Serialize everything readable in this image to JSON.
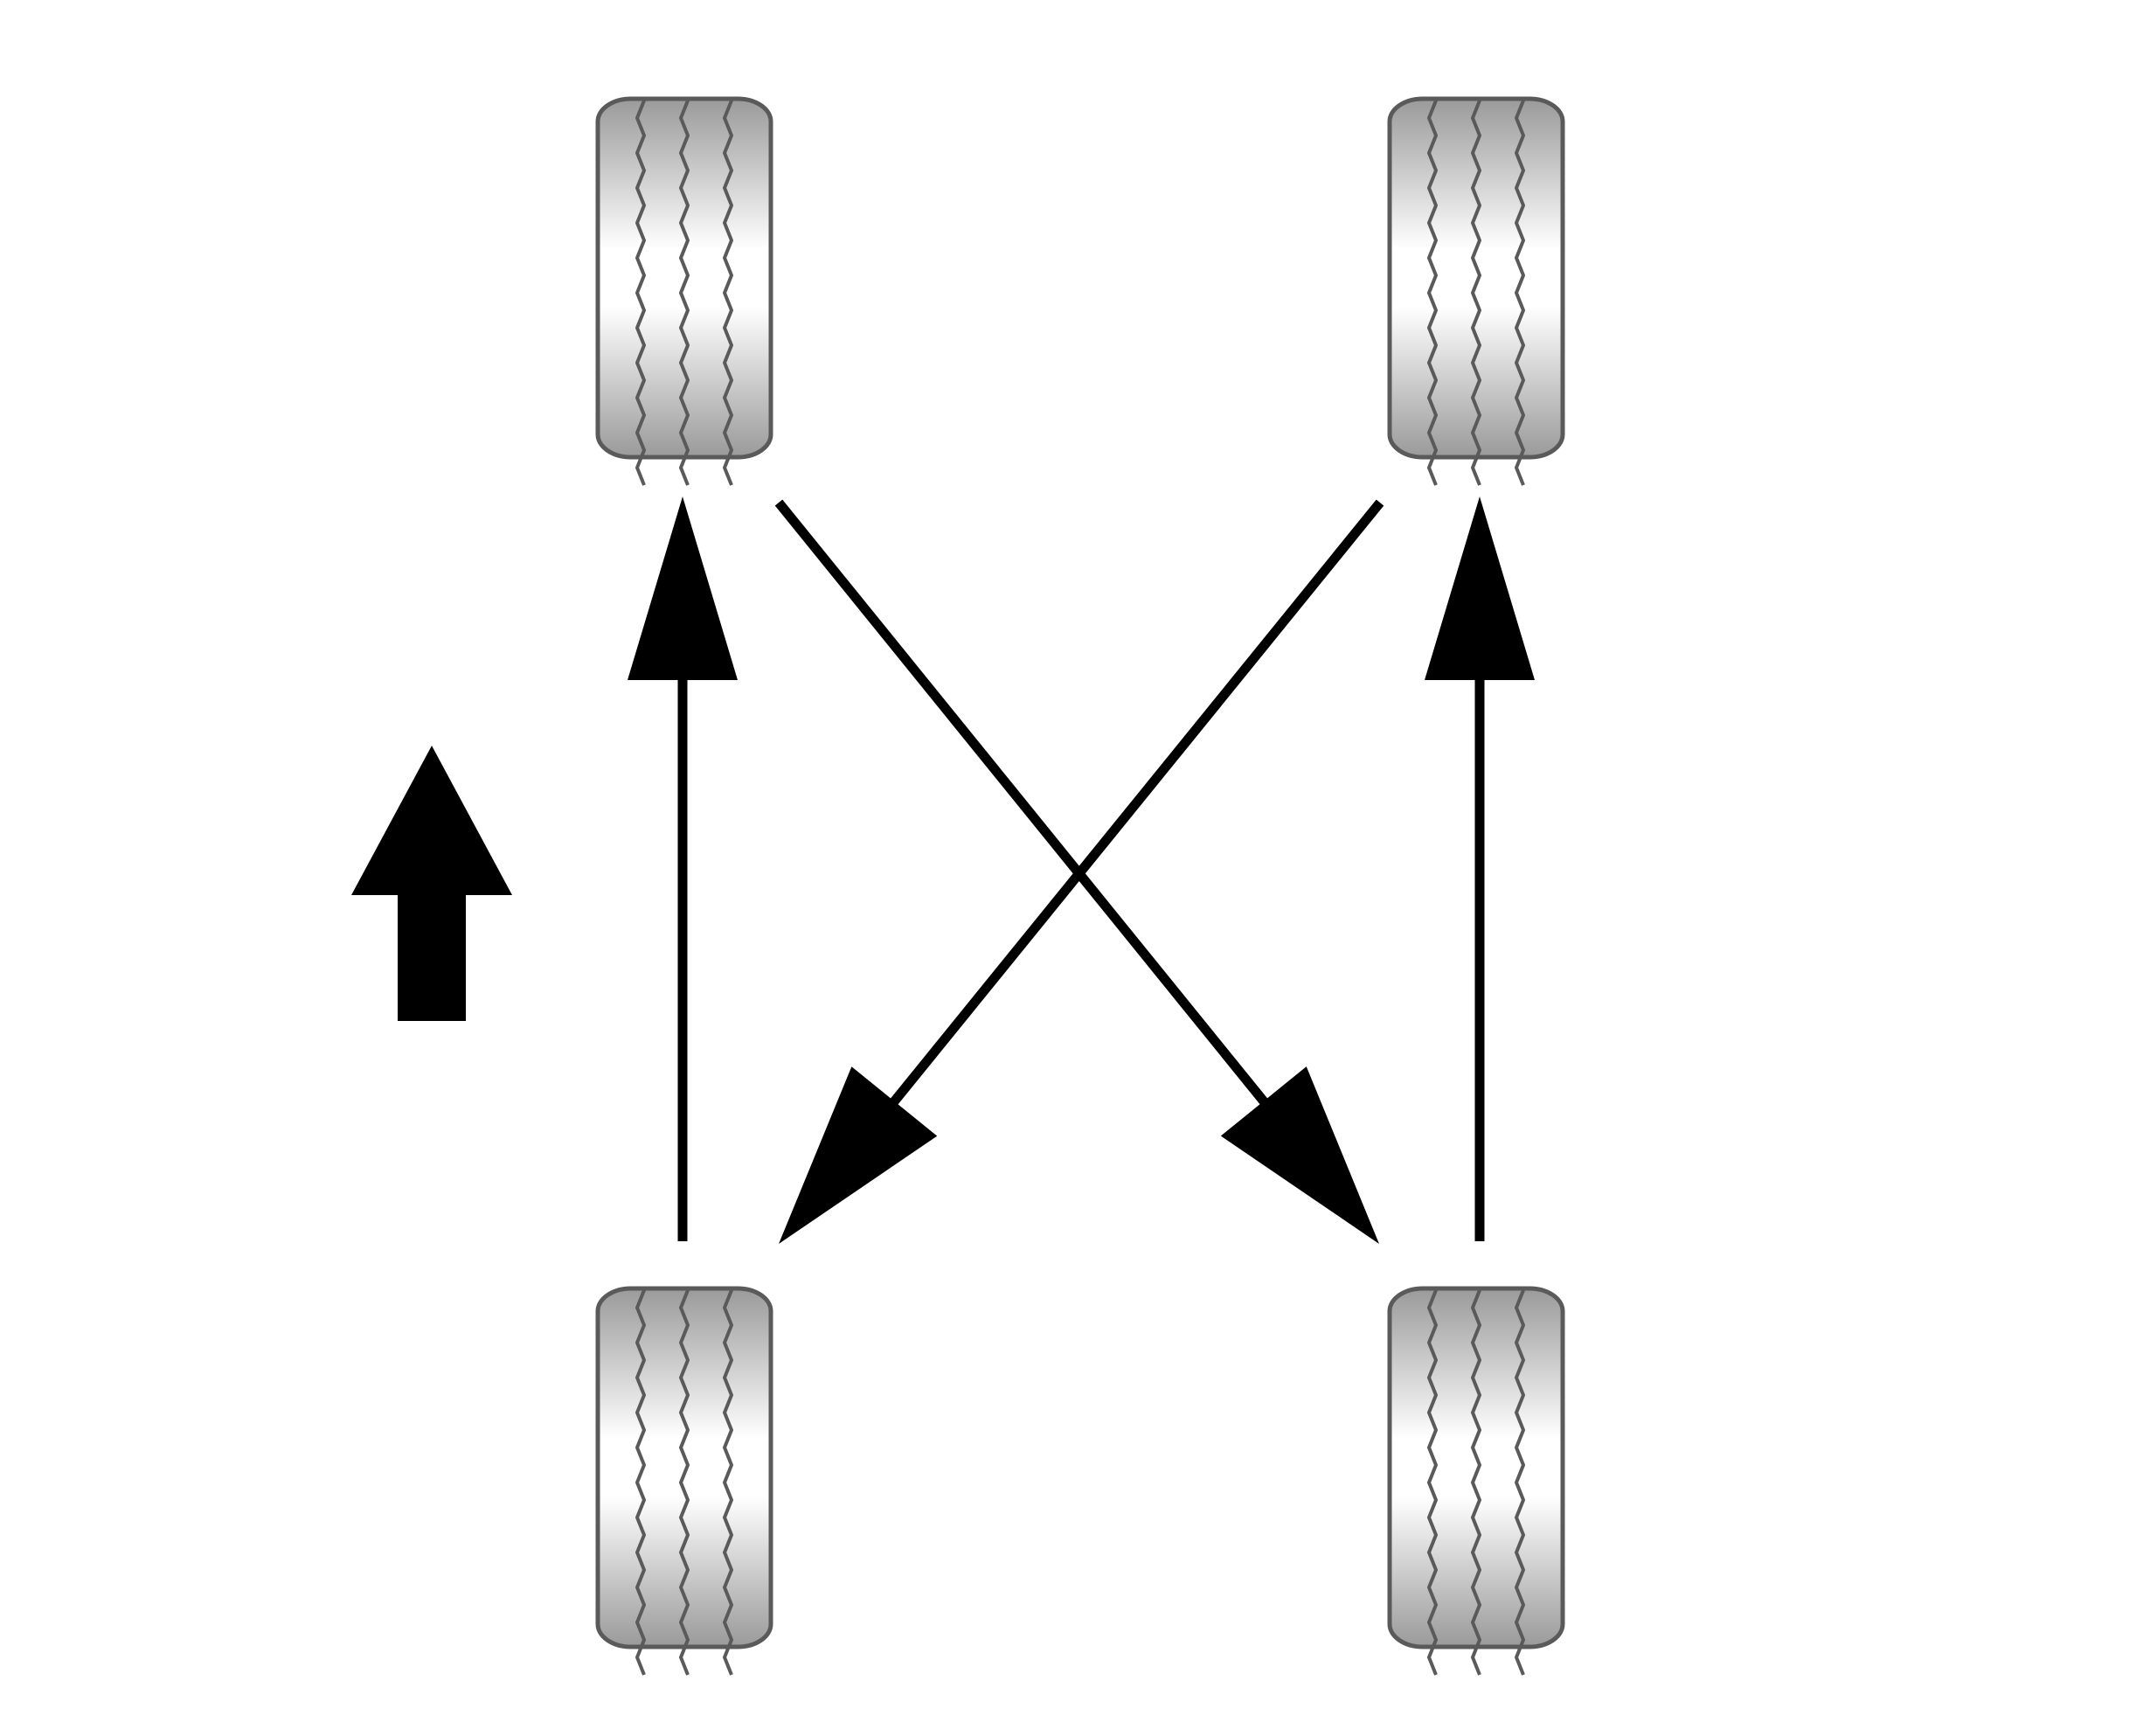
{
  "diagram": {
    "kind": "tire-rotation",
    "direction_indicator": "forward",
    "tires": [
      {
        "name": "front-left-tire",
        "position": "front-left"
      },
      {
        "name": "front-right-tire",
        "position": "front-right"
      },
      {
        "name": "rear-left-tire",
        "position": "rear-left"
      },
      {
        "name": "rear-right-tire",
        "position": "rear-right"
      }
    ],
    "rotation_paths": [
      {
        "name": "rear-left-to-front-left-arrow",
        "from": "rear-left",
        "to": "front-left"
      },
      {
        "name": "rear-right-to-front-right-arrow",
        "from": "rear-right",
        "to": "front-right"
      },
      {
        "name": "front-left-to-rear-right-arrow",
        "from": "front-left",
        "to": "rear-right"
      },
      {
        "name": "front-right-to-rear-left-arrow",
        "from": "front-right",
        "to": "rear-left"
      }
    ],
    "colors": {
      "tire_outline": "#5a5a5a",
      "tire_shade": "#9a9a9a",
      "tire_highlight": "#ffffff",
      "arrow": "#000000",
      "background": "#ffffff"
    }
  }
}
